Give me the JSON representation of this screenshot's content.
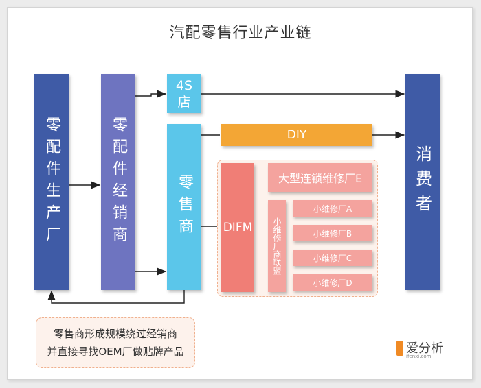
{
  "title": "汽配零售行业产业链",
  "nodes": {
    "manufacturer": "零配件生产厂",
    "distributor": "零配件经销商",
    "store_4s_line1": "4S",
    "store_4s_line2": "店",
    "retailer": "零售商",
    "consumer": "消费者",
    "diy": "DIY",
    "difm": "DIFM",
    "chain_repair": "大型连锁维修厂E",
    "small_alliance": "小维修厂商联盟",
    "small_a": "小维修厂A",
    "small_b": "小维修厂B",
    "small_c": "小维修厂C",
    "small_d": "小维修厂D"
  },
  "note": {
    "line1": "零售商形成规模绕过经销商",
    "line2": "并直接寻找OEM厂做贴牌产品"
  },
  "logo": {
    "name": "爱分析",
    "site": "ifenxi.com"
  },
  "colors": {
    "dark_blue": "#3f5ba6",
    "purple_blue": "#6e74c0",
    "light_blue": "#5bc6ea",
    "orange": "#f3a635",
    "salmon": "#f07e76",
    "light_salmon": "#f4a39e"
  }
}
